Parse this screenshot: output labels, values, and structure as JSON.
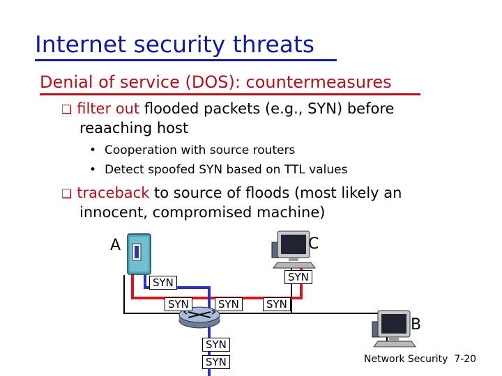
{
  "slide": {
    "title": "Internet security threats",
    "subtitle": "Denial of service (DOS): countermeasures",
    "bullets": [
      {
        "highlight": "filter out",
        "rest": " flooded packets (e.g., SYN) before",
        "cont": "reaaching host"
      },
      {
        "highlight": "traceback",
        "rest": " to source of floods (most likely an",
        "cont": "innocent, compromised machine)"
      }
    ],
    "subbullets": [
      "Cooperation with source routers",
      "Detect spoofed SYN based on TTL values"
    ],
    "sub_marker": "•",
    "marker_icon": "checkbox-square-icon"
  },
  "diagram": {
    "nodes": {
      "a": "A",
      "b": "B",
      "c": "C"
    },
    "syn_labels": [
      "SYN",
      "SYN",
      "SYN",
      "SYN",
      "SYN",
      "SYN",
      "SYN"
    ],
    "colors": {
      "red_path": "#d9141c",
      "blue_path": "#3030c0",
      "link": "#000000"
    }
  },
  "footer": {
    "course": "Network Security",
    "page": "7-20"
  }
}
